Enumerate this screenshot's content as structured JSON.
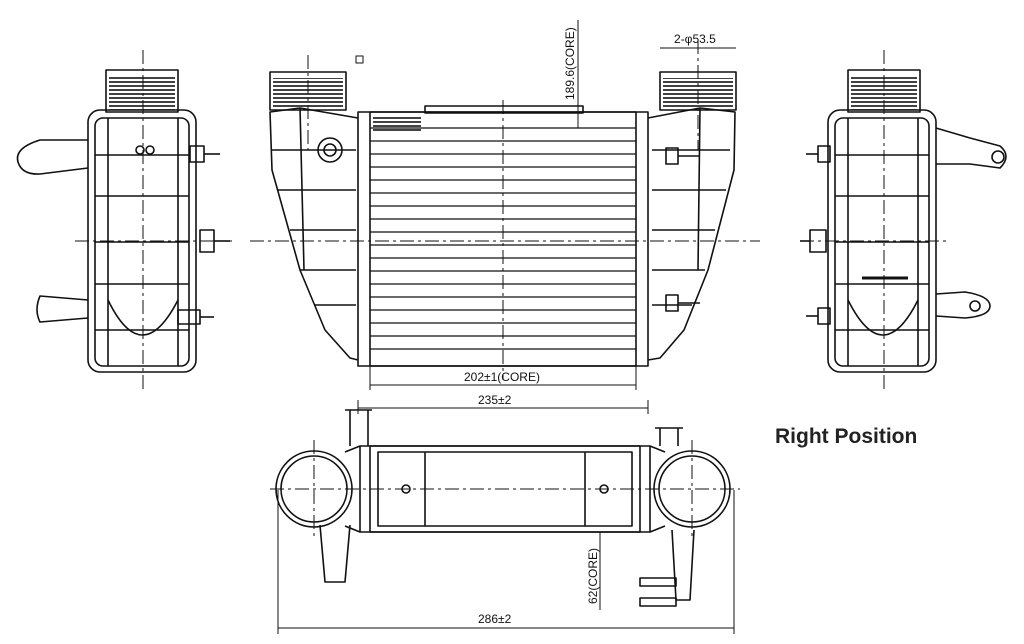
{
  "drawing": {
    "caption": "Right Position",
    "dims": {
      "core_height": "189.6(CORE)",
      "ports": "2-φ53.5",
      "core_width": "202±1(CORE)",
      "overall_width": "235±2",
      "core_depth": "62(CORE)",
      "total_length": "286±2"
    }
  }
}
